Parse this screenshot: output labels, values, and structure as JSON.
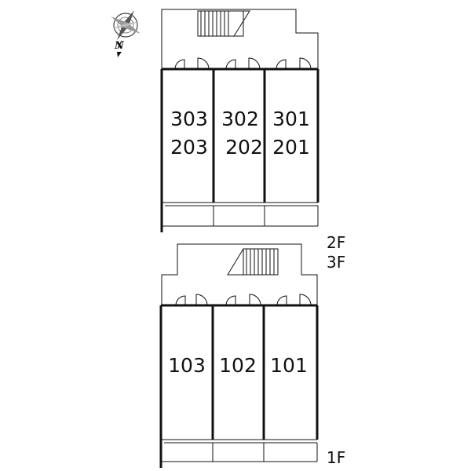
{
  "compass": {
    "label": "N",
    "icon": "compass-rose-icon"
  },
  "upper_block": {
    "floor_labels": [
      "2F",
      "3F"
    ],
    "units": [
      {
        "top": "303",
        "bottom": "203"
      },
      {
        "top": "302",
        "bottom": "202"
      },
      {
        "top": "301",
        "bottom": "201"
      }
    ]
  },
  "lower_block": {
    "floor_labels": [
      "1F"
    ],
    "units": [
      {
        "label": "103"
      },
      {
        "label": "102"
      },
      {
        "label": "101"
      }
    ]
  },
  "colors": {
    "line": "#111111",
    "background": "#ffffff"
  }
}
